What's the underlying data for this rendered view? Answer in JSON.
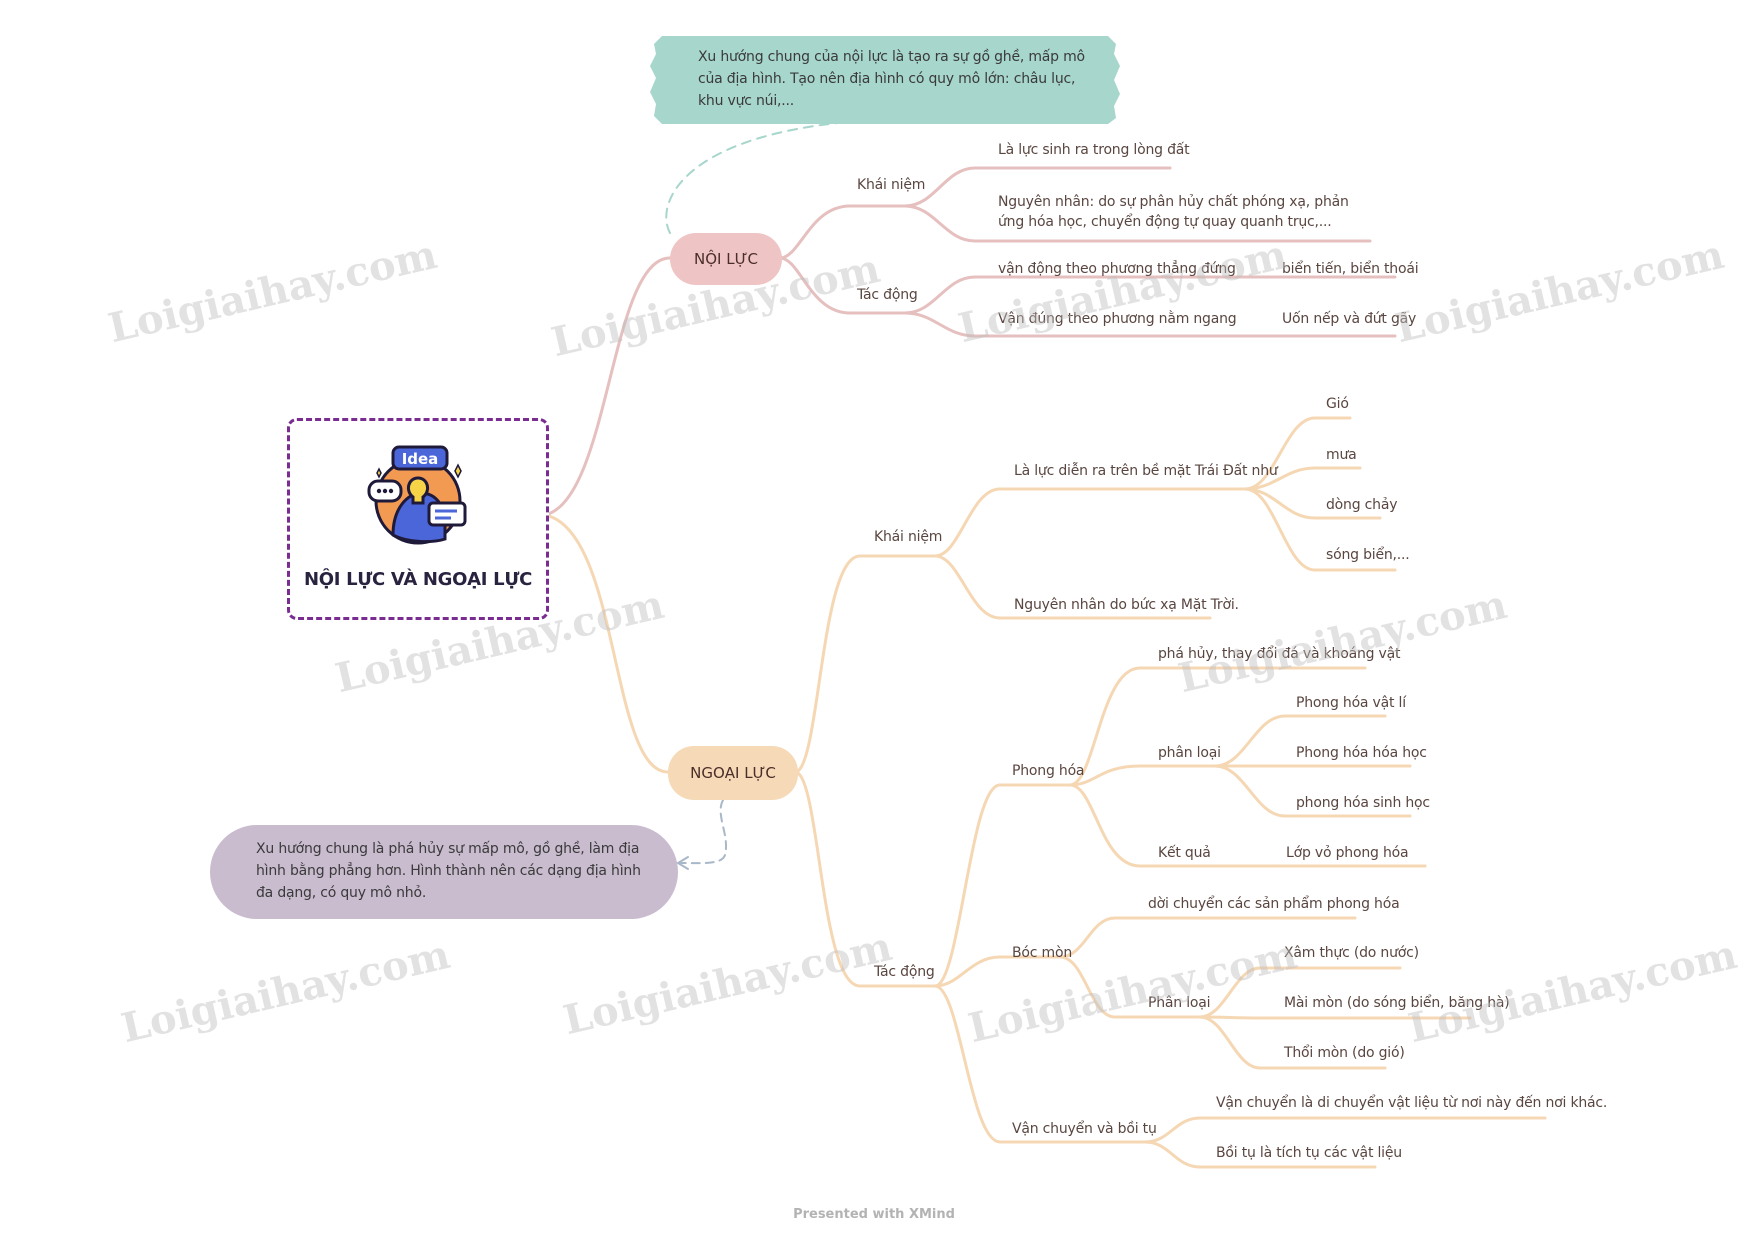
{
  "root": {
    "title": "NỘI LỰC VÀ NGOẠI LỰC",
    "icon_label": "Idea"
  },
  "noi_luc": {
    "label": "NỘI LỰC",
    "note": "Xu hướng chung của nội lực là tạo ra sự gồ ghề, mấp mô của địa hình. Tạo nên địa hình có quy mô lớn: châu lục, khu vực núi,...",
    "khai_niem": {
      "label": "Khái niệm",
      "items": [
        "Là lực sinh ra trong lòng đất",
        "Nguyên nhân: do sự phân hủy chất phóng xạ, phản ứng hóa học, chuyển động tự quay quanh trục,..."
      ]
    },
    "tac_dong": {
      "label": "Tác động",
      "items": [
        {
          "label": "vận động theo phương thẳng đứng",
          "result": "biển tiến, biển thoái"
        },
        {
          "label": "Vận đúng theo phương nằm ngang",
          "result": "Uốn nếp và đứt gãy"
        }
      ]
    }
  },
  "ngoai_luc": {
    "label": "NGOẠI LỰC",
    "note": "Xu hướng chung là phá hủy sự mấp mô, gồ ghề, làm địa hình bằng phẳng hơn. Hình thành nên các dạng địa hình đa dạng, có quy mô nhỏ.",
    "khai_niem": {
      "label": "Khái niệm",
      "dien_ra": {
        "label": "Là lực diễn ra trên bề mặt Trái Đất như",
        "items": [
          "Gió",
          "mưa",
          "dòng chảy",
          "sóng biển,..."
        ]
      },
      "nguyen_nhan": "Nguyên nhân do bức xạ Mặt Trời."
    },
    "tac_dong": {
      "label": "Tác động",
      "phong_hoa": {
        "label": "Phong hóa",
        "desc": "phá hủy, thay đổi đá và khoáng vật",
        "phan_loai": {
          "label": "phân loại",
          "items": [
            "Phong hóa vật lí",
            "Phong hóa hóa học",
            "phong hóa sinh học"
          ]
        },
        "ket_qua": {
          "label": "Kết quả",
          "value": "Lớp vỏ phong hóa"
        }
      },
      "boc_mon": {
        "label": "Bóc mòn",
        "desc": "dời chuyển các sản phẩm phong hóa",
        "phan_loai": {
          "label": "Phân loại",
          "items": [
            "Xâm thực (do nước)",
            "Mài mòn (do sóng biển, băng hà)",
            "Thổi mòn (do gió)"
          ]
        }
      },
      "van_chuyen": {
        "label": "Vận chuyển và bồi tụ",
        "items": [
          "Vận chuyển là di chuyển vật liệu từ nơi này đến nơi khác.",
          "Bồi tụ là tích tụ các vật liệu"
        ]
      }
    }
  },
  "watermark": "Loigiaihay.com",
  "footer": "Presented with XMind",
  "colors": {
    "noi_luc_branch": "#e2b3b3",
    "ngoai_luc_branch": "#f3d1a8",
    "noi_luc_note": "#a7d6cc",
    "ngoai_luc_note": "#c9bccf",
    "root_border": "#7a2c91"
  }
}
